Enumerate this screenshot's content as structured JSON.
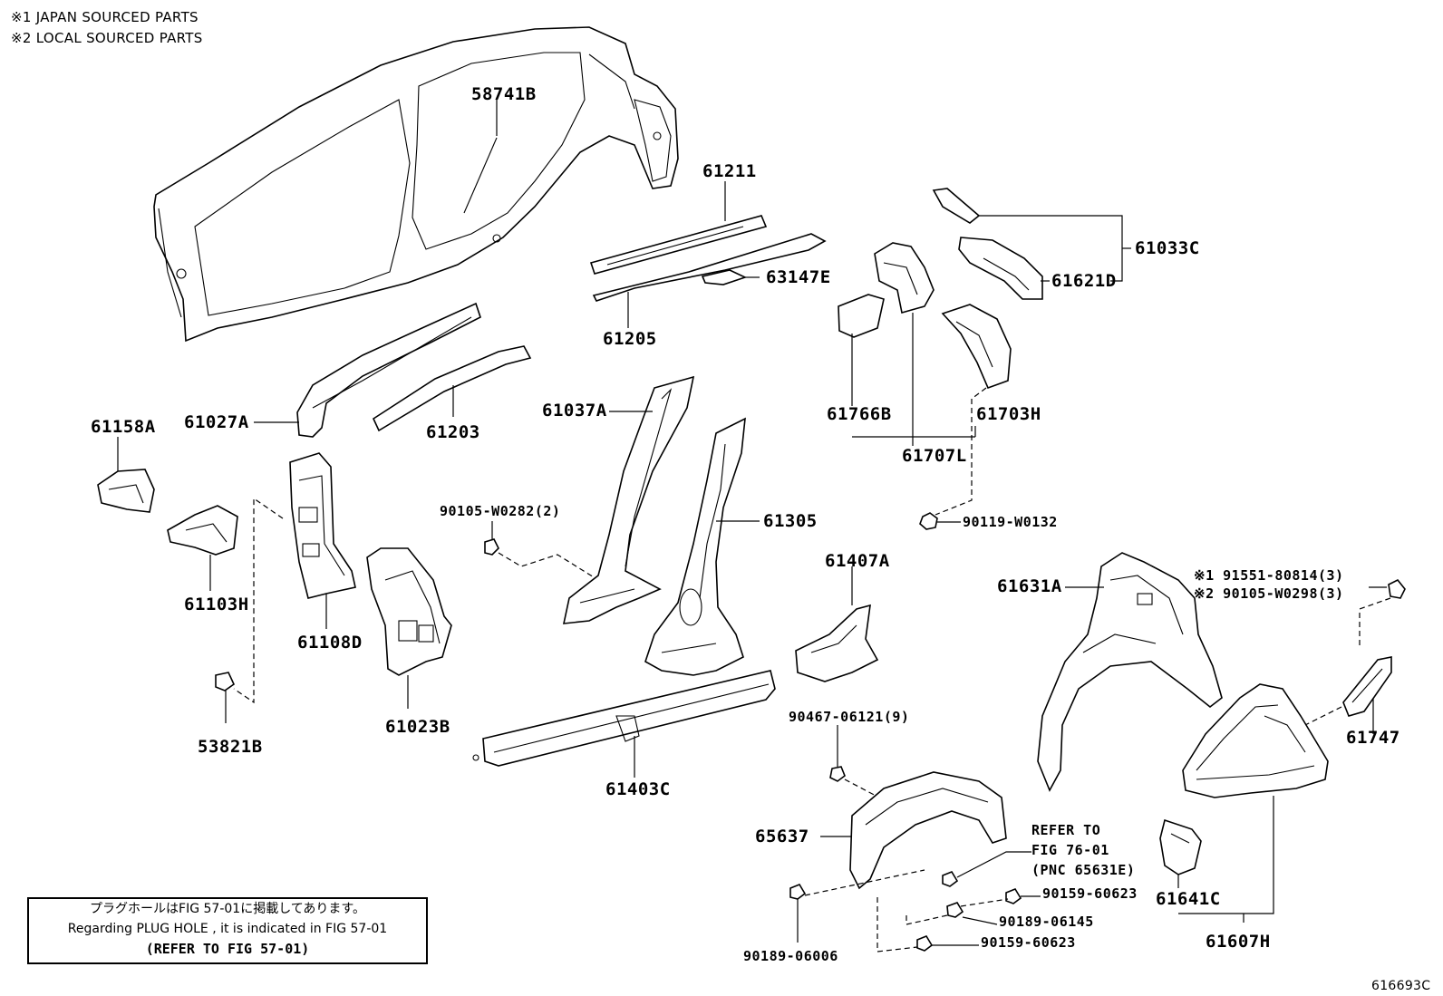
{
  "notes": {
    "japan": "※1 JAPAN SOURCED PARTS",
    "local": "※2 LOCAL SOURCED PARTS"
  },
  "labels": {
    "p58741B": "58741B",
    "p61211": "61211",
    "p61205": "61205",
    "p63147E": "63147E",
    "p61033C": "61033C",
    "p61621D": "61621D",
    "p61766B": "61766B",
    "p61703H": "61703H",
    "p61707L": "61707L",
    "p61158A": "61158A",
    "p61027A": "61027A",
    "p61203": "61203",
    "p61037A": "61037A",
    "p61103H": "61103H",
    "p61108D": "61108D",
    "p90105W0282": "90105-W0282(2)",
    "p61305": "61305",
    "p90119W0132": "90119-W0132",
    "p61407A": "61407A",
    "p61631A": "61631A",
    "p91551": "※1 91551-80814(3)",
    "p90105W0298": "※2 90105-W0298(3)",
    "p53821B": "53821B",
    "p61023B": "61023B",
    "p61403C": "61403C",
    "p90467": "90467-06121(9)",
    "p61747": "61747",
    "p65637": "65637",
    "refer1": "REFER TO",
    "refer2": "FIG 76-01",
    "refer3": "(PNC 65631E)",
    "p90159a": "90159-60623",
    "p90189b": "90189-06145",
    "p90159b": "90159-60623",
    "p90189a": "90189-06006",
    "p61641C": "61641C",
    "p61607H": "61607H",
    "figure_id": "616693C"
  },
  "plug_box": {
    "line1": "プラグホールはFIG 57-01に掲載してあります。",
    "line2": "Regarding  PLUG HOLE , it is indicated in FIG 57-01",
    "line3": "(REFER TO FIG 57-01)"
  }
}
